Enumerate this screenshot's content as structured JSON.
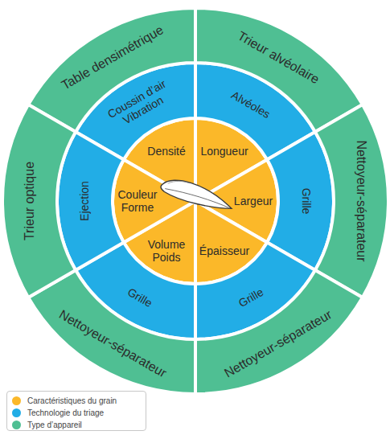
{
  "diagram": {
    "nodes": [
      {
        "text": [
          "Densité"
        ]
      },
      {
        "text": [
          "Longueur"
        ]
      },
      {
        "text": [
          "Largeur"
        ]
      },
      {
        "text": [
          "Épaisseur"
        ]
      },
      {
        "text": [
          "Volume Poids"
        ]
      },
      {
        "text": [
          "Couleur Forme"
        ]
      },
      {
        "text": [
          "Coussin d’air Vibration"
        ]
      },
      {
        "text": [
          "Alvéoles"
        ]
      },
      {
        "text": [
          "Grille"
        ]
      },
      {
        "text": [
          "Grille"
        ]
      },
      {
        "text": [
          "Grille"
        ]
      },
      {
        "text": [
          "Ejection"
        ]
      },
      {
        "text": [
          "Table densimétrique"
        ]
      },
      {
        "text": [
          "Trieur alvéolaire"
        ]
      },
      {
        "text": [
          "Nettoyeur-séparateur"
        ]
      },
      {
        "text": [
          "Nettoyeur-séparateur"
        ]
      },
      {
        "text": [
          "Nettoyeur-séparateur"
        ]
      },
      {
        "text": [
          "Trieur optique"
        ]
      }
    ],
    "legend": [
      {
        "text": "Caractéristiques du grain",
        "color": "#fbb829"
      },
      {
        "text": "Technologie du triage",
        "color": "#22ade6"
      },
      {
        "text": "Type d’appareil",
        "color": "#4fbf93"
      }
    ]
  }
}
